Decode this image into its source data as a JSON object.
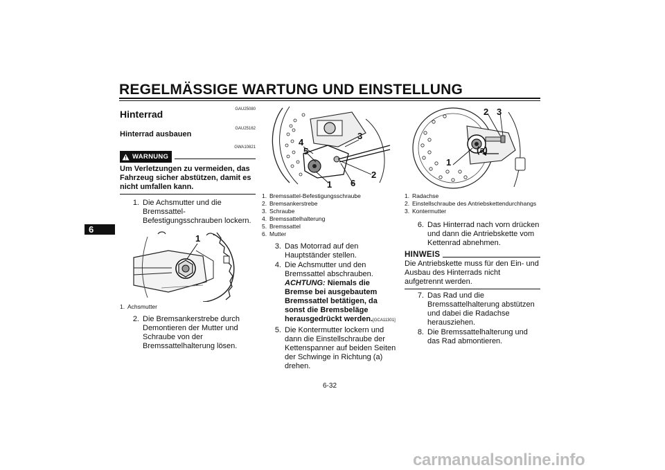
{
  "header": {
    "title": "REGELMÄSSIGE WARTUNG UND EINSTELLUNG",
    "chapter": "6"
  },
  "col1": {
    "code1": "GAU25080",
    "heading": "Hinterrad",
    "code2": "GAU25162",
    "subheading": "Hinterrad ausbauen",
    "code3": "GWA10821",
    "warning_label": "WARNUNG",
    "warning_text": "Um Verletzungen zu vermeiden, das Fahrzeug sicher abstützen, damit es nicht umfallen kann.",
    "step1_num": "1.",
    "step1": "Die Achsmutter und die Bremssattel-Befestigungsschrauben lockern.",
    "fig_label": "1",
    "caption1_num": "1.",
    "caption1": "Achsmutter",
    "step2_num": "2.",
    "step2": "Die Bremsankerstrebe durch Demontieren der Mutter und Schraube von der Bremssattelhalterung lösen."
  },
  "col2": {
    "fig_labels": [
      "1",
      "2",
      "3",
      "4",
      "5",
      "6"
    ],
    "captions": [
      {
        "num": "1.",
        "text": "Bremssattel-Befestigungsschraube"
      },
      {
        "num": "2.",
        "text": "Bremsankerstrebe"
      },
      {
        "num": "3.",
        "text": "Schraube"
      },
      {
        "num": "4.",
        "text": "Bremssattelhalterung"
      },
      {
        "num": "5.",
        "text": "Bremssattel"
      },
      {
        "num": "6.",
        "text": "Mutter"
      }
    ],
    "step3_num": "3.",
    "step3": "Das Motorrad auf den Hauptständer stellen.",
    "step4_num": "4.",
    "step4_a": "Die Achsmutter und den Bremssattel abschrauben.",
    "step4_achtung": "ACHTUNG:",
    "step4_b": "Niemals die Bremse bei ausgebautem Bremssattel betätigen, da sonst die Bremsbeläge herausgedrückt werden.",
    "step4_code": "[GCA11301]",
    "step5_num": "5.",
    "step5": "Die Kontermutter lockern und dann die Einstellschraube der Kettenspanner auf beiden Seiten der Schwinge in Richtung (a) drehen."
  },
  "col3": {
    "fig_labels": [
      "1",
      "2",
      "3",
      "(a)"
    ],
    "captions": [
      {
        "num": "1.",
        "text": "Radachse"
      },
      {
        "num": "2.",
        "text": "Einstellschraube des Antriebskettendurchhangs"
      },
      {
        "num": "3.",
        "text": "Kontermutter"
      }
    ],
    "step6_num": "6.",
    "step6": "Das Hinterrad nach vorn drücken und dann die Antriebskette vom Kettenrad abnehmen.",
    "hinweis_heading": "HINWEIS",
    "hinweis_text": "Die Antriebskette muss für den Ein- und Ausbau des Hinterrads nicht aufgetrennt werden.",
    "step7_num": "7.",
    "step7": "Das Rad und die Bremssattelhalterung abstützen und dabei die Radachse herausziehen.",
    "step8_num": "8.",
    "step8": "Die Bremssattelhalterung und das Rad abmontieren."
  },
  "footer": {
    "page_number": "6-32",
    "watermark": "carmanualsonline.info"
  }
}
